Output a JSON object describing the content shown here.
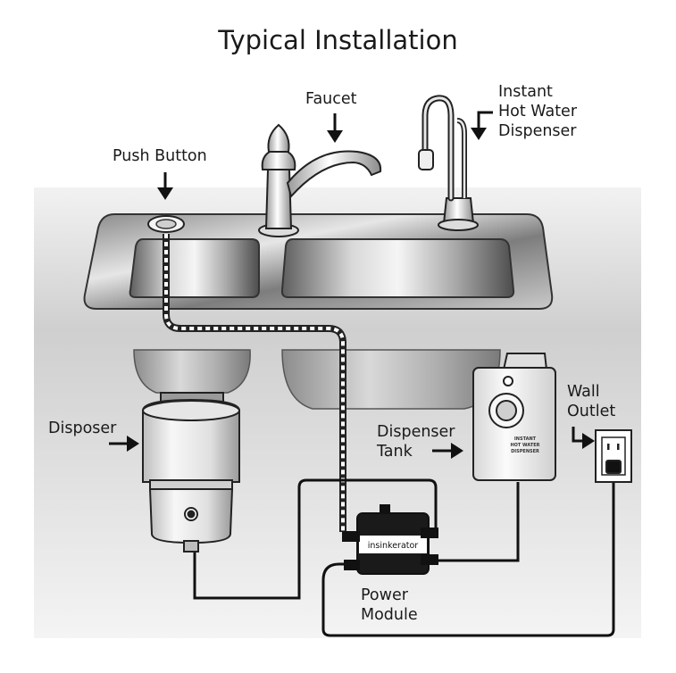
{
  "title": "Typical Installation",
  "labels": {
    "faucet": "Faucet",
    "push_button": "Push Button",
    "hot_water_dispenser": [
      "Instant",
      "Hot Water",
      "Dispenser"
    ],
    "disposer": "Disposer",
    "dispenser_tank": [
      "Dispenser",
      "Tank"
    ],
    "wall_outlet": [
      "Wall",
      "Outlet"
    ],
    "power_module": [
      "Power",
      "Module"
    ]
  },
  "brand": {
    "module_logo": "insinkerator",
    "tank_text": [
      "INSTANT",
      "HOT WATER",
      "DISPENSER"
    ]
  }
}
